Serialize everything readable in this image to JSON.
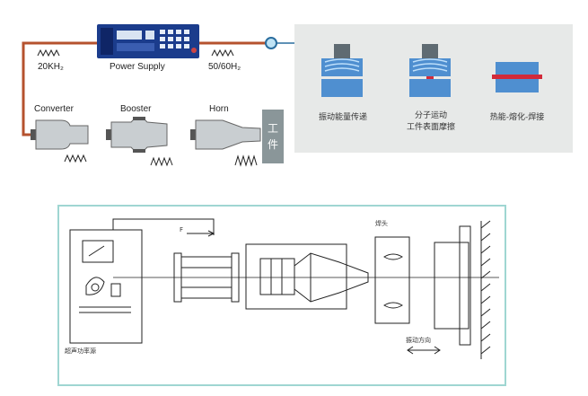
{
  "top": {
    "power_supply_label": "Power Supply",
    "freq_left": "20KH₂",
    "freq_right": "50/60H₂",
    "converter_label": "Converter",
    "booster_label": "Booster",
    "horn_label": "Horn",
    "workpiece_chars": [
      "工",
      "件"
    ],
    "stages": [
      {
        "label_lines": [
          "振动能量传递"
        ]
      },
      {
        "label_lines": [
          "分子运动",
          "工件表面摩擦"
        ]
      },
      {
        "label_lines": [
          "热能-熔化-焊接"
        ]
      }
    ]
  },
  "bottom": {
    "force_label": "F",
    "horn_head_label": "焊头",
    "generator_label": "超声功率源",
    "vibration_label": "振动方向"
  },
  "colors": {
    "wire_red": "#b5522e",
    "power_supply_blue": "#1b3c8c",
    "stage_blue": "#4f8fd0",
    "weld_red": "#d22a3a",
    "panel_gray": "#e7e9e8",
    "frame_teal": "#9fd6d2"
  }
}
